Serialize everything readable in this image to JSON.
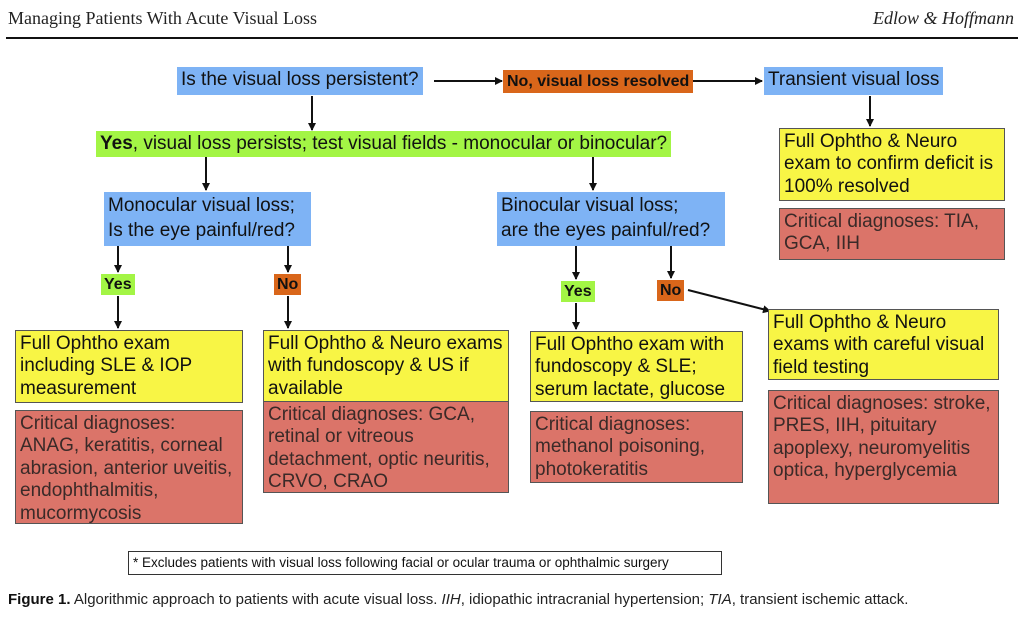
{
  "header": {
    "running_title": "Managing Patients With Acute Visual Loss",
    "authors": "Edlow & Hoffmann"
  },
  "flowchart": {
    "start_question": "Is the visual loss persistent?",
    "no_branch_label": "No, visual loss resolved",
    "transient": {
      "title": "Transient visual loss",
      "exam": "Full Ophtho & Neuro exam to confirm deficit is 100% resolved",
      "diagnoses": "Critical diagnoses: TIA, GCA, IIH"
    },
    "yes_branch": {
      "yes_word": "Yes",
      "rest": ", visual loss persists; test visual fields - monocular or binocular?"
    },
    "monocular": {
      "question_line1": "Monocular visual loss;",
      "question_line2": "Is the eye painful/red?",
      "yes_label": "Yes",
      "no_label": "No",
      "yes_exam": "Full Ophtho exam including SLE & IOP measurement",
      "yes_diagnoses": "Critical diagnoses: ANAG, keratitis, corneal abrasion, anterior uveitis, endophthalmitis, mucormycosis",
      "no_exam": "Full Ophtho & Neuro exams with fundoscopy & US if available",
      "no_diagnoses": "Critical diagnoses: GCA, retinal or vitreous detachment, optic neuritis, CRVO, CRAO"
    },
    "binocular": {
      "question_line1": "Binocular visual loss;",
      "question_line2": "are the eyes painful/red?",
      "yes_label": "Yes",
      "no_label": "No",
      "yes_exam": "Full Ophtho exam with fundoscopy & SLE; serum lactate, glucose",
      "yes_diagnoses": "Critical diagnoses: methanol poisoning, photokeratitis",
      "no_exam": "Full Ophtho & Neuro exams with careful visual field testing",
      "no_diagnoses": "Critical diagnoses: stroke, PRES, IIH, pituitary apoplexy, neuromyelitis optica, hyperglycemia"
    },
    "footnote": "* Excludes patients with visual loss following facial or ocular trauma or ophthalmic surgery",
    "colors": {
      "question": "#7eb3f5",
      "yes": "#a3f545",
      "no": "#d9661a",
      "exam": "#f8f545",
      "diagnoses": "#db7469"
    }
  },
  "caption": {
    "label": "Figure 1.",
    "text_1": " Algorithmic approach to patients with acute visual loss. ",
    "abbr_1": "IIH",
    "text_2": ", idiopathic intracranial hypertension; ",
    "abbr_2": "TIA",
    "text_3": ", transient ischemic attack."
  }
}
